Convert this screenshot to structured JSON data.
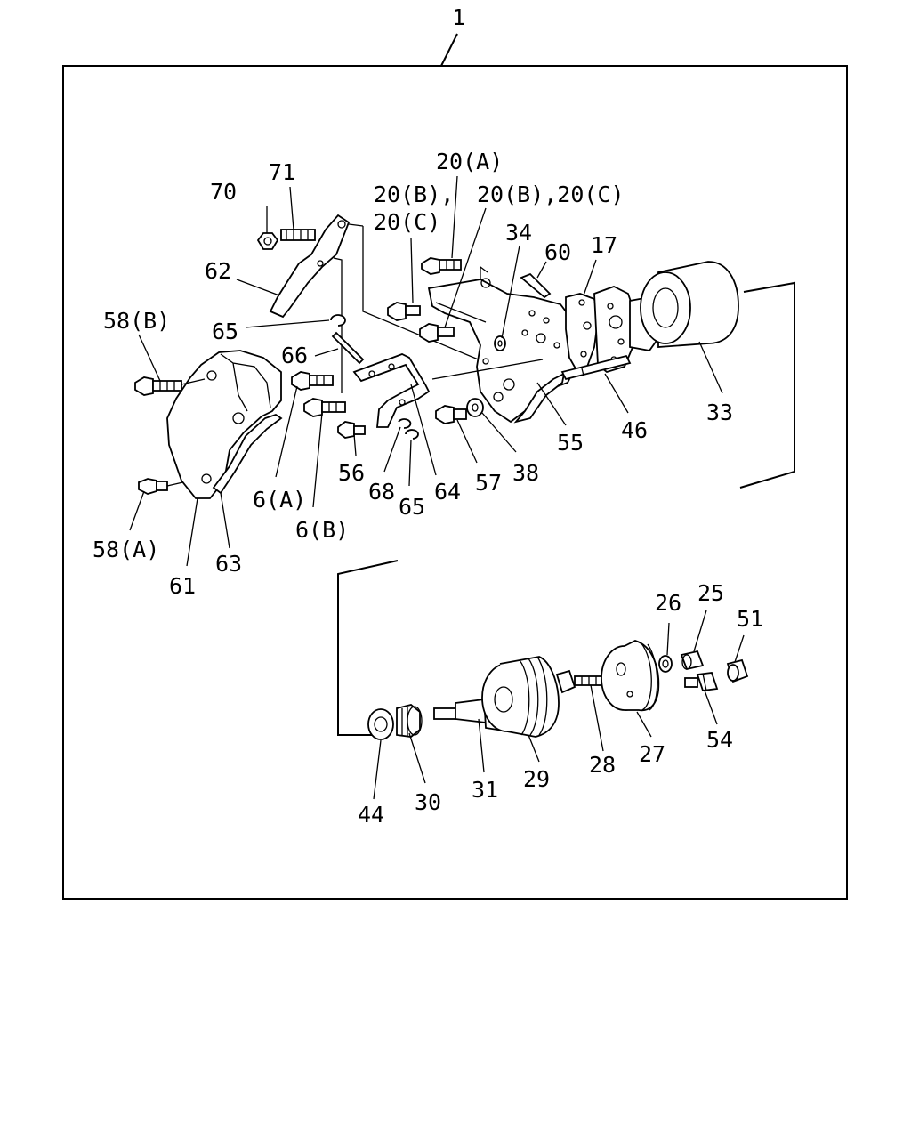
{
  "labels": {
    "l1": "1",
    "l70": "70",
    "l71": "71",
    "l62": "62",
    "l58b": "58(B)",
    "l65a": "65",
    "l66": "66",
    "l20a": "20(A)",
    "l20b_c_left1": "20(B),",
    "l20b_c_left2": "20(C)",
    "l20b_c_right": "20(B),20(C)",
    "l34": "34",
    "l60": "60",
    "l17": "17",
    "l33": "33",
    "l46": "46",
    "l55": "55",
    "l38": "38",
    "l57": "57",
    "l64": "64",
    "l65b": "65",
    "l68": "68",
    "l56": "56",
    "l6a": "6(A)",
    "l6b": "6(B)",
    "l58a": "58(A)",
    "l61": "61",
    "l63": "63",
    "l26": "26",
    "l25": "25",
    "l51": "51",
    "l54": "54",
    "l27": "27",
    "l28": "28",
    "l29": "29",
    "l31": "31",
    "l30": "30",
    "l44": "44"
  }
}
